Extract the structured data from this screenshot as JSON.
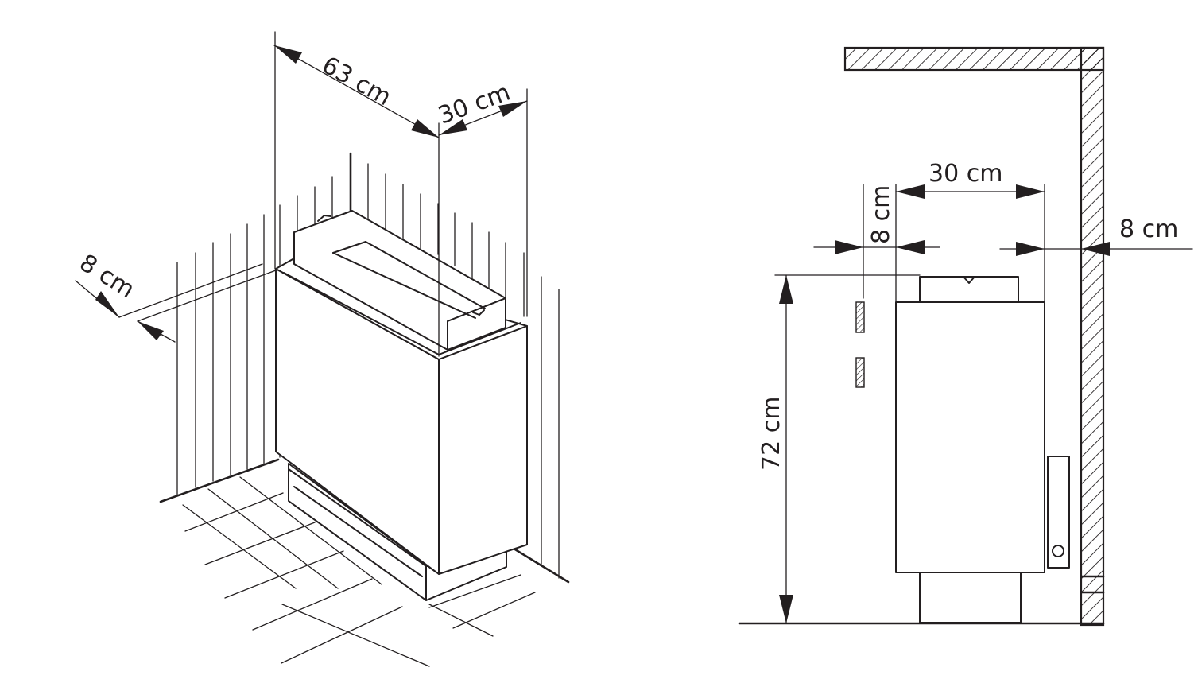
{
  "isometric_view": {
    "width_label": "63 cm",
    "depth_label": "30 cm",
    "wall_gap_label": "8 cm"
  },
  "side_view": {
    "depth_label": "30 cm",
    "front_gap_label": "8 cm",
    "wall_gap_label": "8 cm",
    "height_label": "72 cm"
  },
  "colors": {
    "line": "#231f20",
    "background": "#ffffff"
  }
}
